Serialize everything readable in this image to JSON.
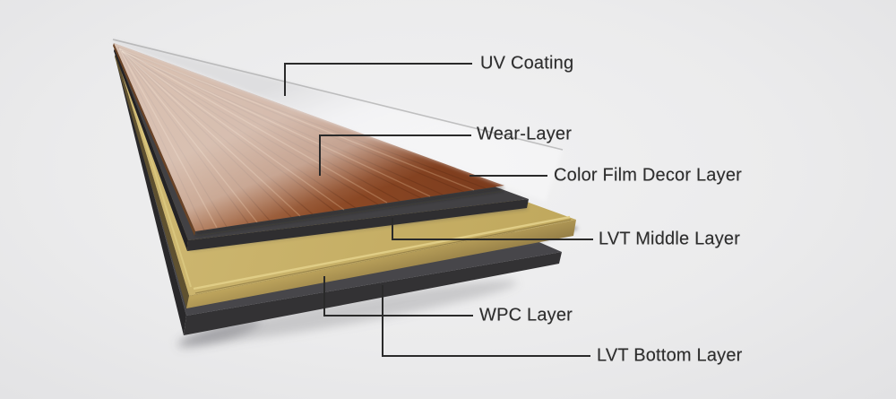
{
  "diagram": {
    "type": "layer-structure-diagram",
    "subject": "WPC vinyl flooring plank construction",
    "background_color": "#ebebec",
    "leader_line_color": "#2a2a2a",
    "label_text_color": "#2d2d2d",
    "labels": [
      {
        "text": "UV Coating"
      },
      {
        "text": "Wear-Layer"
      },
      {
        "text": "Color Film Decor Layer"
      },
      {
        "text": "LVT Middle Layer"
      },
      {
        "text": "WPC Layer"
      },
      {
        "text": "LVT Bottom Layer"
      }
    ],
    "layers": [
      {
        "name": "UV Coating",
        "color": "#eef0f2"
      },
      {
        "name": "Wear-Layer",
        "color": "#c8b2a4"
      },
      {
        "name": "Color Film Decor Layer",
        "color": "#8a4a27"
      },
      {
        "name": "LVT Middle Layer",
        "color": "#403f42"
      },
      {
        "name": "WPC Layer",
        "color": "#c8b168"
      },
      {
        "name": "LVT Bottom Layer",
        "color": "#434246"
      }
    ]
  }
}
